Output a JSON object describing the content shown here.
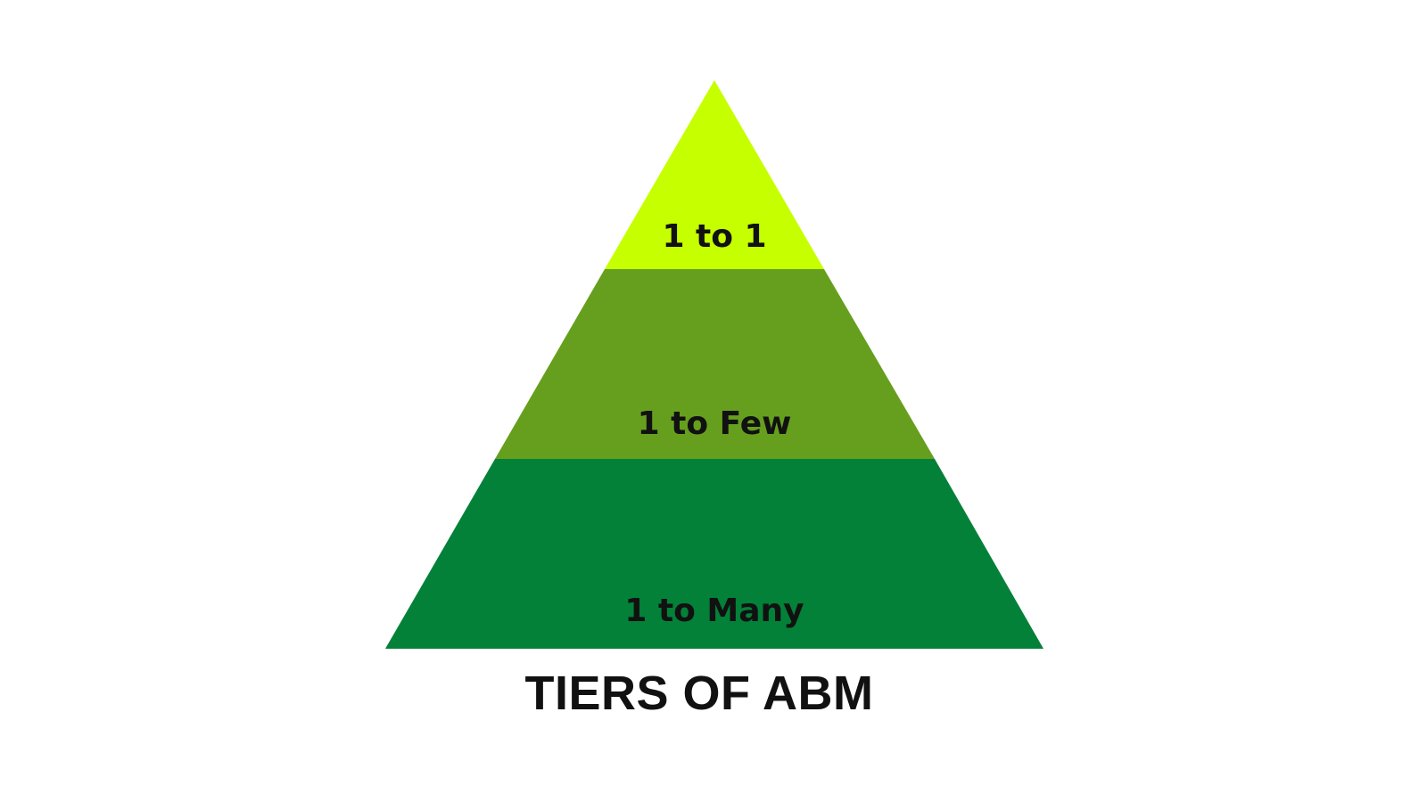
{
  "diagram": {
    "title": "TIERS OF ABM",
    "tiers": [
      {
        "label": "1 to 1",
        "color": "#c6ff00"
      },
      {
        "label": "1 to Few",
        "color": "#669f1e"
      },
      {
        "label": "1 to Many",
        "color": "#038138"
      }
    ]
  }
}
